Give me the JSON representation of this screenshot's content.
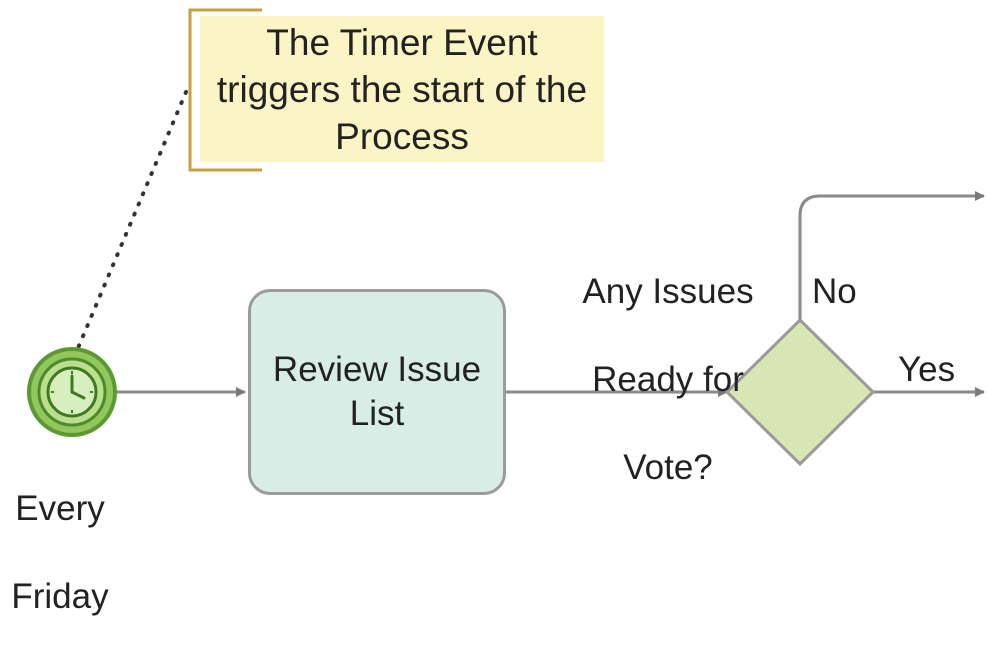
{
  "annotation": {
    "lines": [
      "The Timer Event",
      "triggers the start of the",
      "Process"
    ]
  },
  "start_event": {
    "icon": "clock-icon",
    "label_lines": [
      "Every",
      "Friday"
    ]
  },
  "task": {
    "label_lines": [
      "Review Issue",
      "List"
    ]
  },
  "gateway": {
    "label_lines": [
      "Any Issues",
      "Ready for",
      "Vote?"
    ]
  },
  "flows": {
    "no_label": "No",
    "yes_label": "Yes"
  },
  "colors": {
    "annotation_fill": "#fbf5c5",
    "annotation_bracket": "#c8a040",
    "task_fill": "#d8ede5",
    "gateway_fill": "#d8e6b4",
    "event_fill": "#93c65c",
    "flow_line": "#8a8a8a"
  }
}
